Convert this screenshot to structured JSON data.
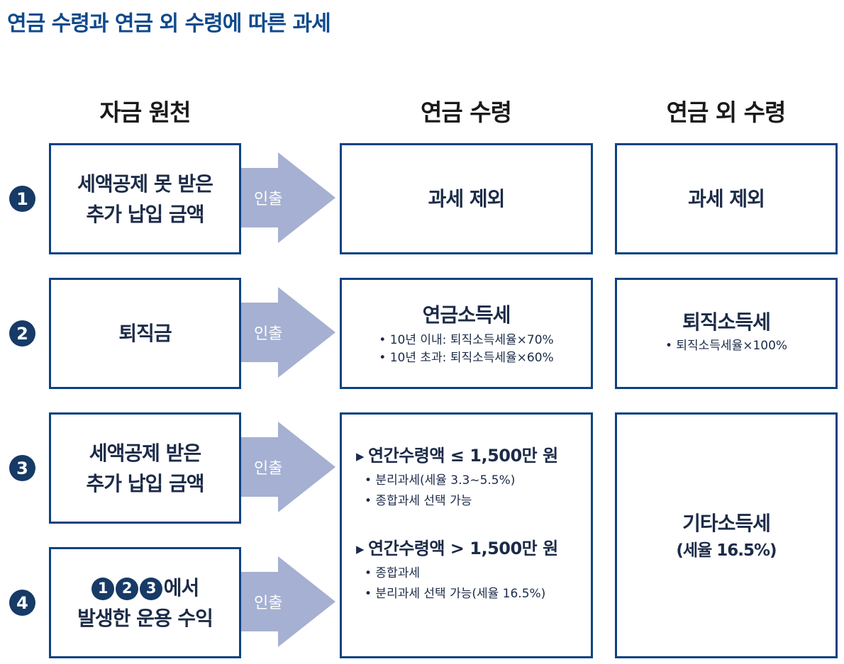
{
  "title": "연금 수령과 연금 외 수령에 따른 과세",
  "columns": {
    "source": "자금 원천",
    "pension": "연금 수령",
    "non_pension": "연금 외 수령"
  },
  "arrow_label": "인출",
  "rows": [
    {
      "num": "1",
      "source": [
        "세액공제 못 받은",
        "추가 납입 금액"
      ],
      "pension": "과세 제외",
      "non_pension": "과세 제외"
    },
    {
      "num": "2",
      "source": [
        "퇴직금"
      ],
      "pension": {
        "title": "연금소득세",
        "items": [
          "• 10년 이내: 퇴직소득세율×70%",
          "• 10년 초과: 퇴직소득세율×60%"
        ]
      },
      "non_pension": {
        "title": "퇴직소득세",
        "items": [
          "• 퇴직소득세율×100%"
        ]
      }
    },
    {
      "num": "3",
      "source": [
        "세액공제 받은",
        "추가 납입 금액"
      ]
    },
    {
      "num": "4",
      "source_nums": [
        "1",
        "2",
        "3"
      ],
      "source": [
        "에서",
        "발생한 운용 수익"
      ]
    }
  ],
  "merged_pension": {
    "cond1": "연간수령액 ≤ 1,500만 원",
    "cond1_items": [
      "• 분리과세(세율 3.3~5.5%)",
      "• 종합과세 선택 가능"
    ],
    "cond2": "연간수령액 > 1,500만 원",
    "cond2_items": [
      "• 종합과세",
      "• 분리과세 선택 가능(세율 16.5%)"
    ]
  },
  "merged_non_pension": {
    "title": "기타소득세",
    "sub": "(세율 16.5%)"
  }
}
